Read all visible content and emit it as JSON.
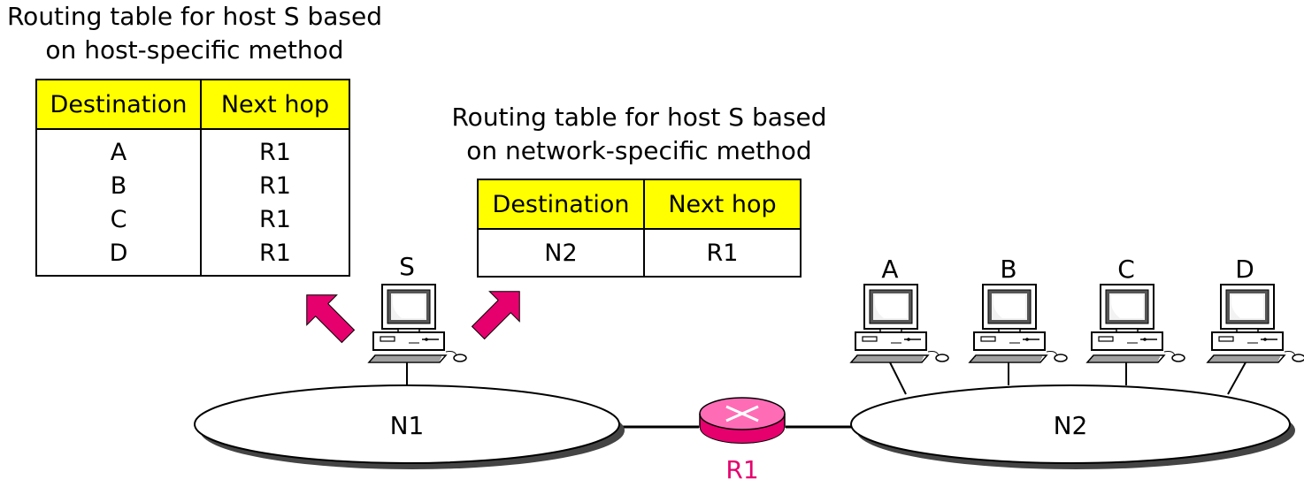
{
  "host_table": {
    "caption_line1": "Routing table for host S based",
    "caption_line2": "on host-specific method",
    "headers": [
      "Destination",
      "Next hop"
    ],
    "rows": [
      [
        "A",
        "R1"
      ],
      [
        "B",
        "R1"
      ],
      [
        "C",
        "R1"
      ],
      [
        "D",
        "R1"
      ]
    ]
  },
  "network_table": {
    "caption_line1": "Routing table for host S based",
    "caption_line2": "on network-specific method",
    "headers": [
      "Destination",
      "Next hop"
    ],
    "rows": [
      [
        "N2",
        "R1"
      ]
    ]
  },
  "hosts": {
    "s": "S",
    "a": "A",
    "b": "B",
    "c": "C",
    "d": "D"
  },
  "networks": {
    "n1": "N1",
    "n2": "N2"
  },
  "router": {
    "label": "R1"
  },
  "colors": {
    "header_fill": "#ffff00",
    "arrow": "#e6006e",
    "router": "#e6006e"
  }
}
